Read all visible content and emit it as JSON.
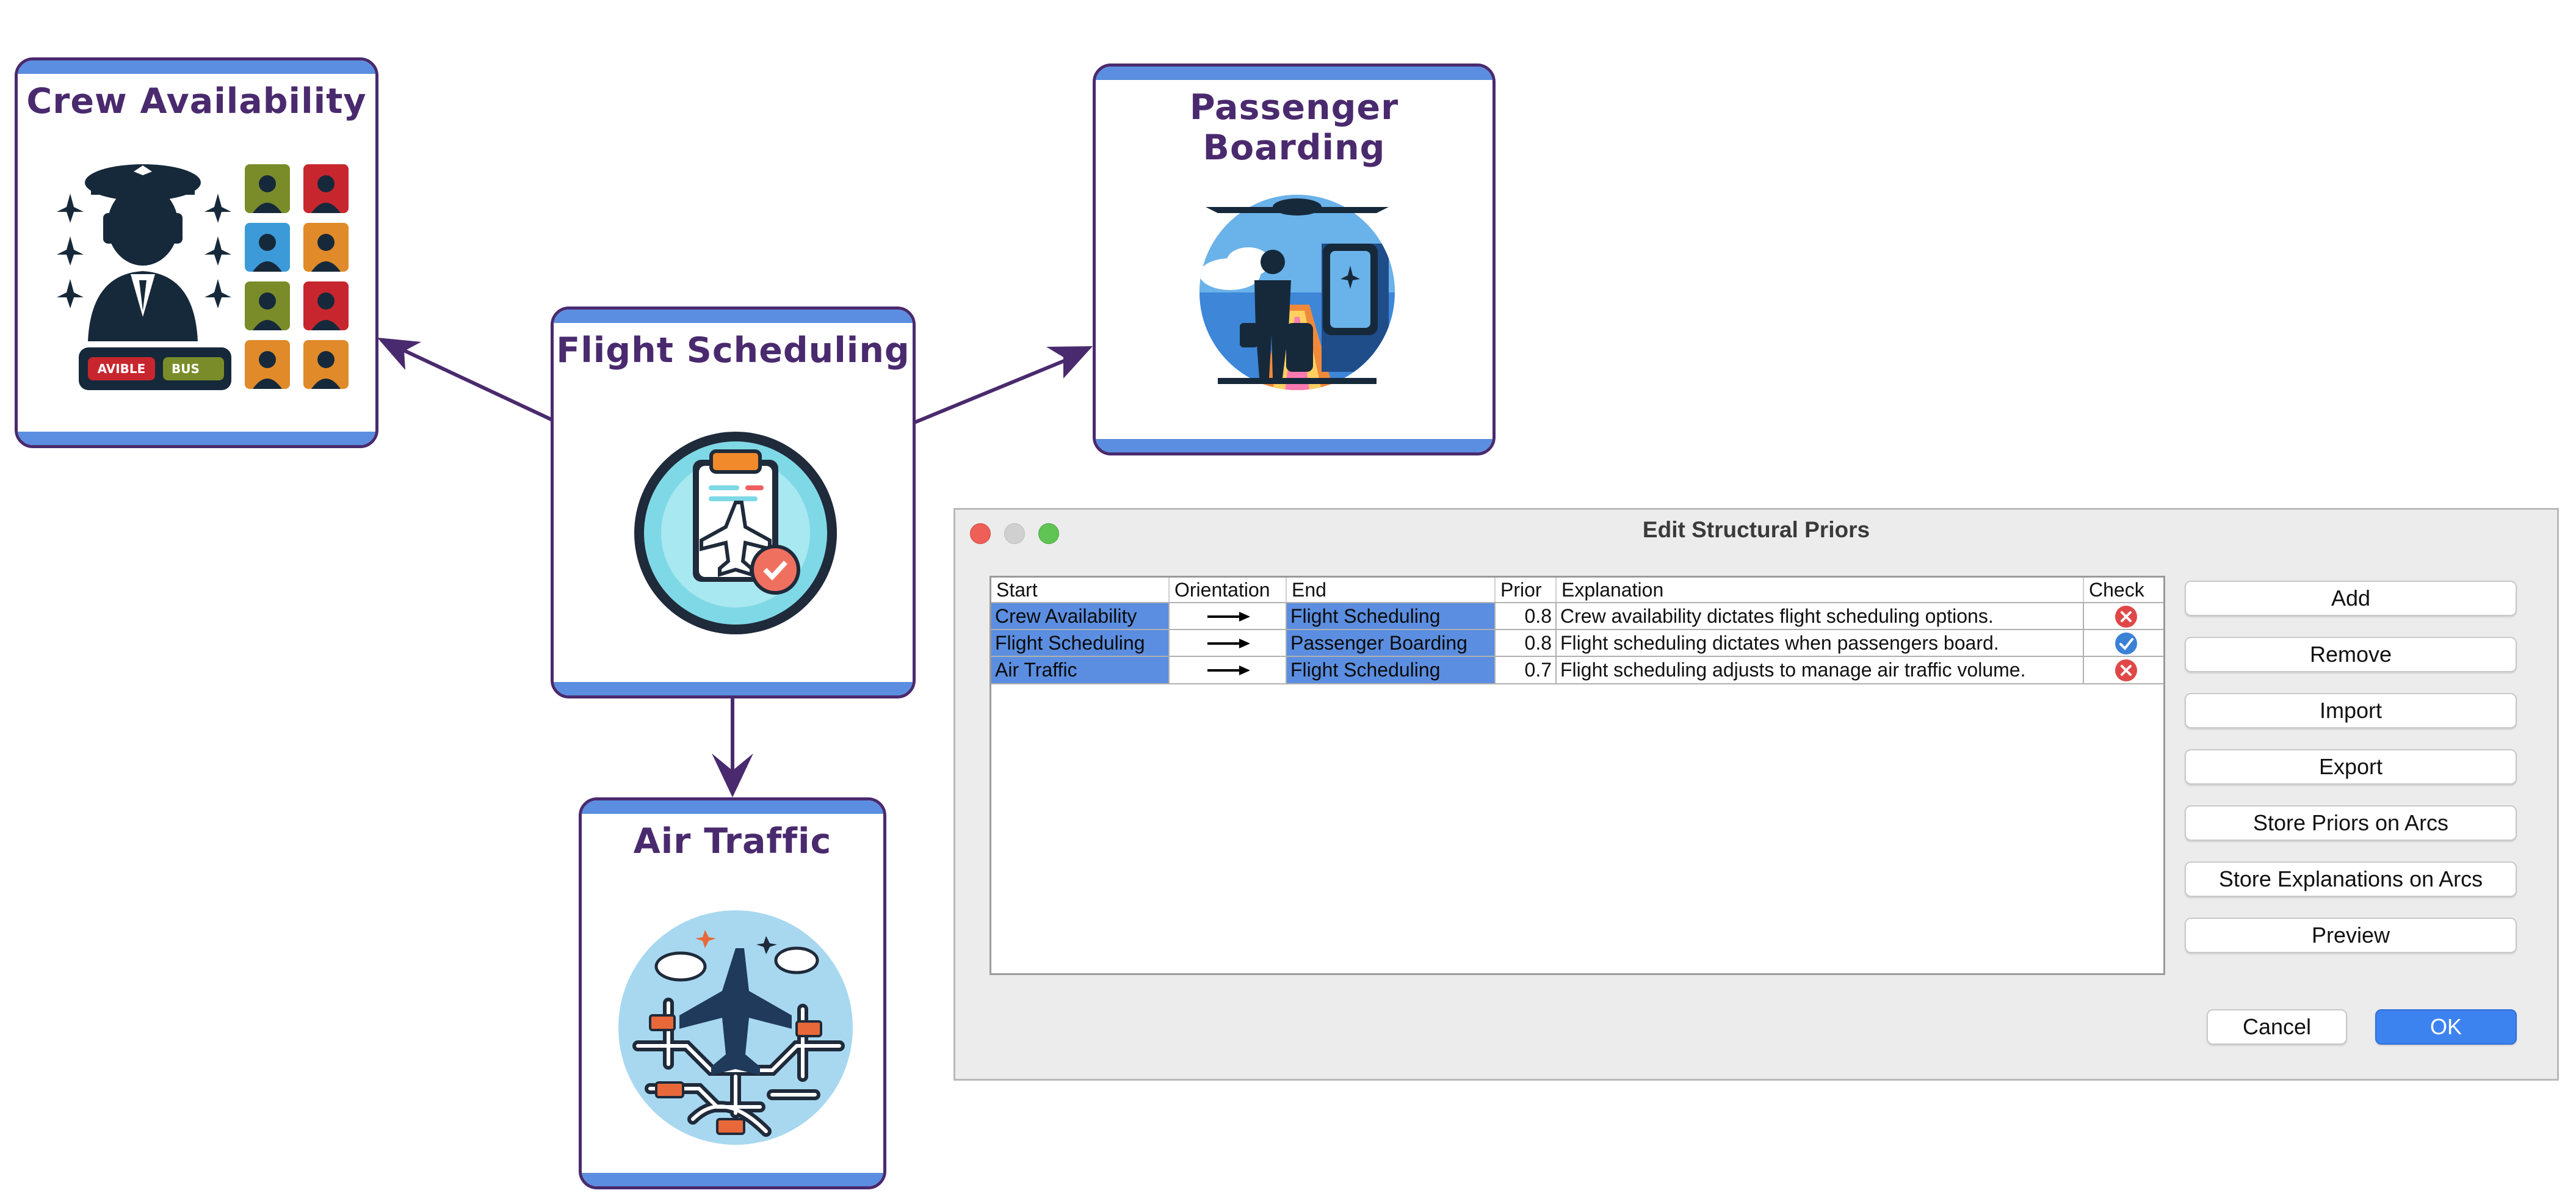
{
  "nodes": {
    "crew": {
      "title": "Crew Availability",
      "badges": [
        "AVIBLE",
        "BUS"
      ]
    },
    "flight": {
      "title": "Flight Scheduling"
    },
    "passenger": {
      "title": "Passenger Boarding"
    },
    "traffic": {
      "title": "Air Traffic"
    }
  },
  "colors": {
    "node_border": "#4a2a6e",
    "node_bar": "#5b8ee0",
    "selected_cell": "#5b8ee0",
    "ok_button": "#3d83f0",
    "check_bad": "#e04848",
    "check_good": "#3b82d6"
  },
  "dialog": {
    "title": "Edit Structural Priors",
    "columns": {
      "start": "Start",
      "orientation": "Orientation",
      "end": "End",
      "prior": "Prior",
      "explanation": "Explanation",
      "check": "Check"
    },
    "rows": [
      {
        "start": "Crew Availability",
        "end": "Flight Scheduling",
        "prior": "0.8",
        "explanation": "Crew availability dictates flight scheduling options.",
        "check": "x-icon"
      },
      {
        "start": "Flight Scheduling",
        "end": "Passenger Boarding",
        "prior": "0.8",
        "explanation": "Flight scheduling dictates when passengers board.",
        "check": "checkmark-icon"
      },
      {
        "start": "Air Traffic",
        "end": "Flight Scheduling",
        "prior": "0.7",
        "explanation": "Flight scheduling adjusts to manage air traffic volume.",
        "check": "x-icon"
      }
    ],
    "buttons": {
      "add": "Add",
      "remove": "Remove",
      "import": "Import",
      "export": "Export",
      "store_priors": "Store Priors on Arcs",
      "store_explanations": "Store Explanations on Arcs",
      "preview": "Preview",
      "cancel": "Cancel",
      "ok": "OK"
    }
  }
}
